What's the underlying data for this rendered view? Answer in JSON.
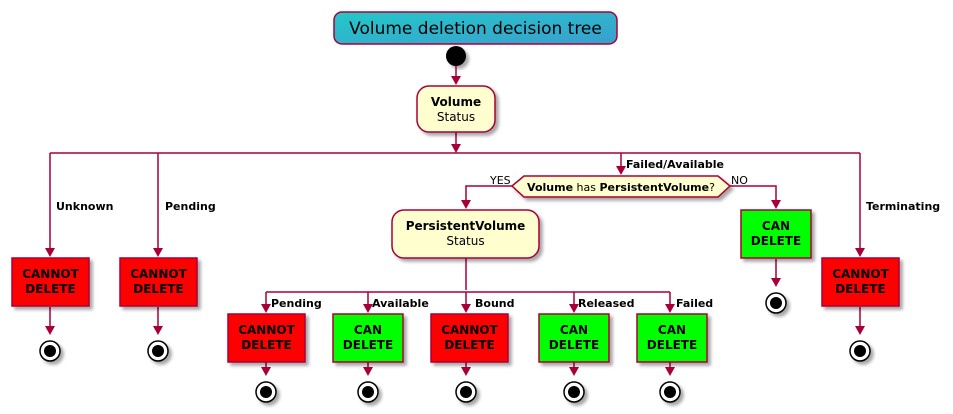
{
  "title": "Volume deletion decision tree",
  "volume_status": {
    "line1": "Volume",
    "line2": "Status"
  },
  "decision": {
    "part1": "Volume",
    "part2": " has ",
    "part3": "PersistentVolume",
    "part4": "?",
    "yes": "YES",
    "no": "NO"
  },
  "pv_status": {
    "line1": "PersistentVolume",
    "line2": "Status"
  },
  "branches": {
    "unknown": "Unknown",
    "pending": "Pending",
    "failed_available": "Failed/Available",
    "terminating": "Terminating"
  },
  "pv_branches": {
    "pending": "Pending",
    "available": "Available",
    "bound": "Bound",
    "released": "Released",
    "failed": "Failed"
  },
  "outcomes": {
    "cannot_line1": "CANNOT",
    "cannot_line2": "DELETE",
    "can_line1": "CAN",
    "can_line2": "DELETE"
  },
  "colors": {
    "edge": "#A80036",
    "title_gradient_start": "#23C8C8",
    "title_gradient_end": "#3A9FCF",
    "activity_fill": "#FEFECE",
    "cannot_fill": "#FF0000",
    "can_fill": "#00FF00"
  }
}
